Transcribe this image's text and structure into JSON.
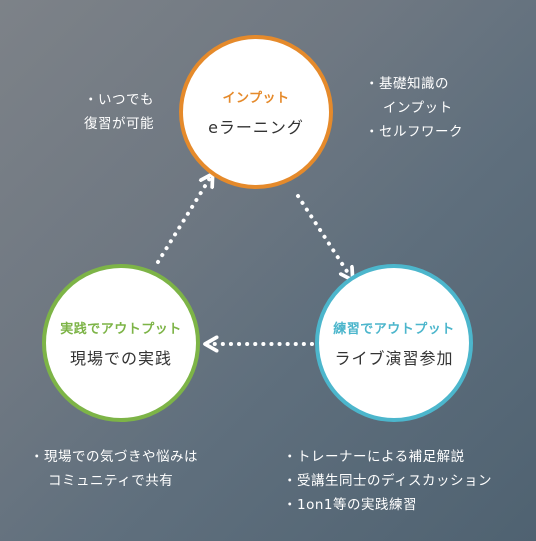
{
  "circles": {
    "input": {
      "tag": "インプット",
      "main": "eラーニング"
    },
    "real": {
      "tag": "実践でアウトプット",
      "main": "現場での実践"
    },
    "live": {
      "tag": "練習でアウトプット",
      "main": "ライブ演習参加"
    }
  },
  "notes": {
    "left": [
      "・いつでも",
      "復習が可能"
    ],
    "right": [
      "・基礎知識の",
      "インプット",
      "・セルフワーク"
    ],
    "bottom_left": [
      "・現場での気づきや悩みは",
      "コミュニティで共有"
    ],
    "bottom_right": [
      "・トレーナーによる補足解説",
      "・受講生同士のディスカッション",
      "・1on1等の実践練習"
    ]
  },
  "colors": {
    "input": "#e58a2b",
    "real": "#7db447",
    "live": "#4cb6cc",
    "arrow": "#ffffff"
  }
}
